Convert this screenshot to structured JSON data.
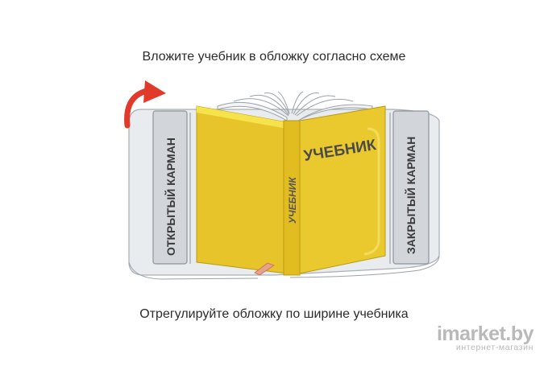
{
  "instruction_top": "Вложите учебник в обложку согласно схеме",
  "instruction_bottom": "Отрегулируйте обложку по ширине учебника",
  "scheme": {
    "left_pocket_label": "ОТКРЫТЫЙ КАРМАН",
    "right_pocket_label": "ЗАКРЫТЫЙ КАРМАН",
    "book_cover_title": "УЧЕБНИК",
    "book_spine_title": "УЧЕБНИК"
  },
  "watermark": {
    "logo": "imarket.by",
    "tagline": "интернет-магазин"
  },
  "colors": {
    "book_yellow": "#e8c72a",
    "book_yellow_light": "#f6e24a",
    "cover_film": "#dfe3e7",
    "pocket_fill": "#d3d6da",
    "arrow_red": "#e23a2a",
    "label_text": "#3a3a3a"
  },
  "icons": [
    "curved-arrow-icon",
    "bookmark-ribbon-icon"
  ]
}
